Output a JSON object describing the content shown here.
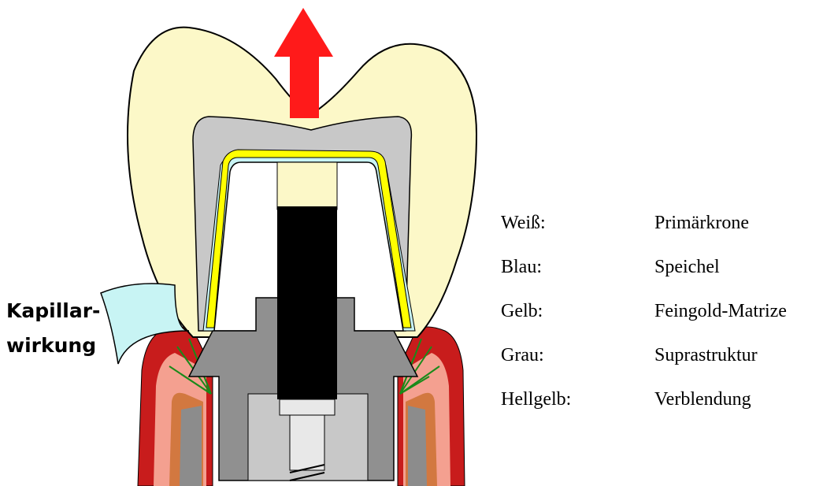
{
  "annotation": {
    "line1": "Kapillar-",
    "line2": "wirkung"
  },
  "legend": [
    {
      "key": "Weiß:",
      "value": "Primärkrone"
    },
    {
      "key": "Blau:",
      "value": "Speichel"
    },
    {
      "key": "Gelb:",
      "value": "Feingold-Matrize"
    },
    {
      "key": "Grau:",
      "value": "Suprastruktur"
    },
    {
      "key": "Hellgelb:",
      "value": "Verblendung"
    }
  ],
  "colors": {
    "veneer": "#fcf8c8",
    "superstructure": "#c8c8c8",
    "matrix": "#ffff00",
    "saliva": "#c8f4f4",
    "abutment_dark": "#909090",
    "post": "#000000",
    "arrow": "#ff1a1a",
    "gingiva": "#c81c1c",
    "gingiva_light": "#f4a090",
    "bone": "#8c8c8c",
    "fibers": "#1a8a1a"
  }
}
